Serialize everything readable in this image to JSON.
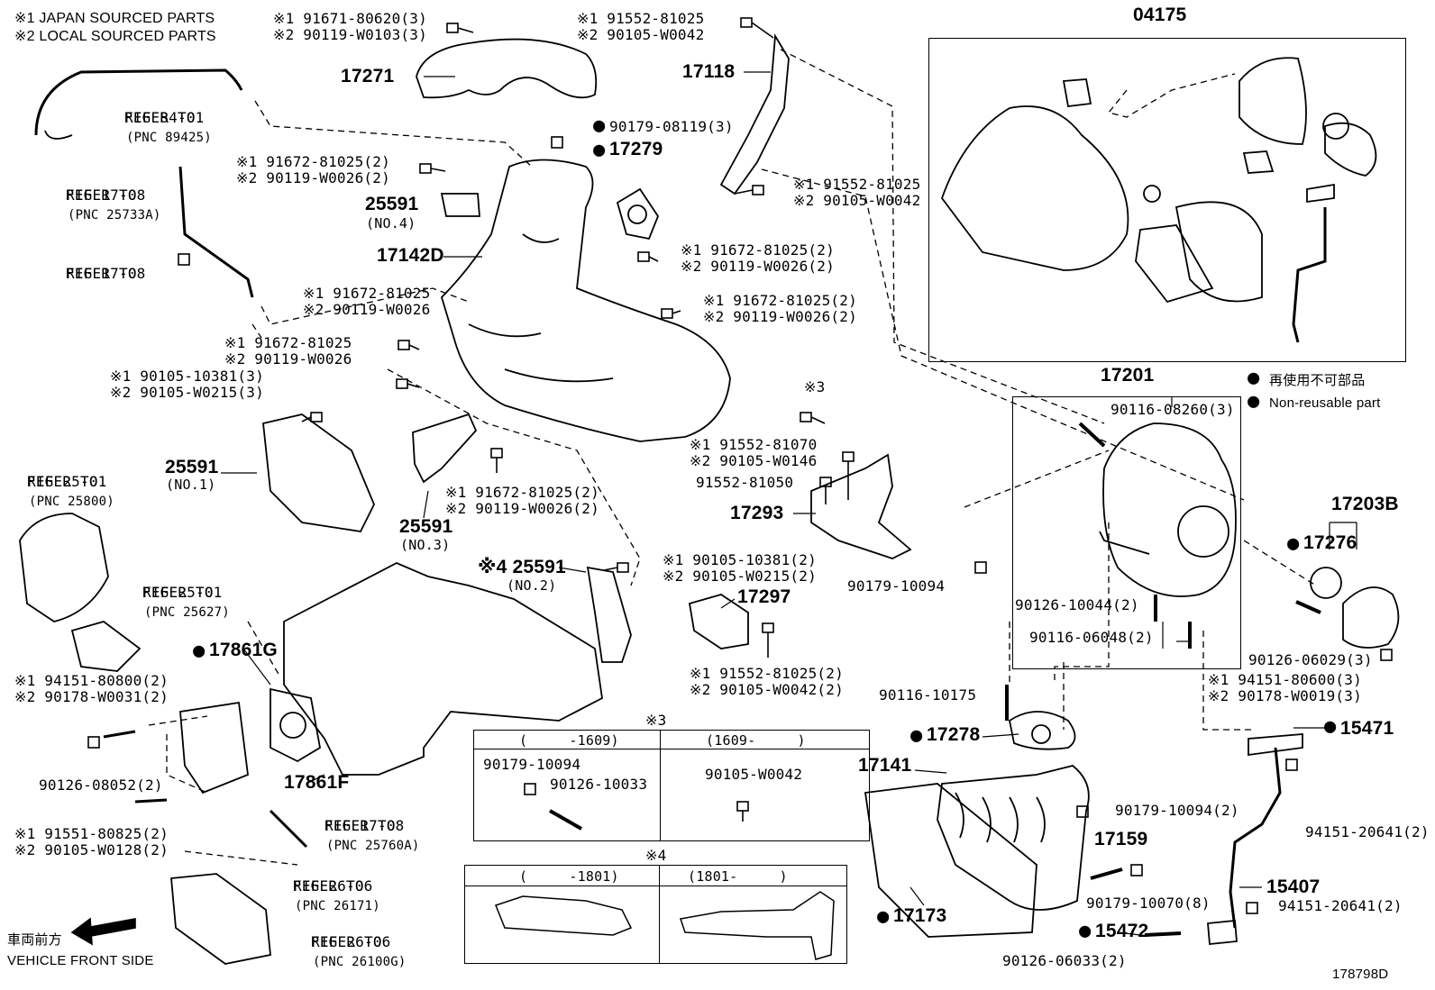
{
  "legend": {
    "japan": "※1 JAPAN SOURCED PARTS",
    "local": "※2 LOCAL SOURCED PARTS",
    "reuse_jp": "再使用不可部品",
    "reuse_en": "Non-reusable part"
  },
  "front": {
    "jp": "車両前方",
    "en": "VEHICLE FRONT SIDE"
  },
  "refs": [
    {
      "line1": "REFER TO",
      "line2": "FIG 84-01",
      "line3": "(PNC 89425)"
    },
    {
      "line1": "REFER TO",
      "line2": "FIG 17-08",
      "line3": "(PNC 25733A)"
    },
    {
      "line1": "REFER TO",
      "line2": "FIG 17-08",
      "line3": ""
    },
    {
      "line1": "REFER TO",
      "line2": "FIG 25-01",
      "line3": "(PNC 25800)"
    },
    {
      "line1": "REFER TO",
      "line2": "FIG 25-01",
      "line3": "(PNC 25627)"
    },
    {
      "line1": "REFER TO",
      "line2": "FIG 17-08",
      "line3": "(PNC 25760A)"
    },
    {
      "line1": "REFER TO",
      "line2": "FIG 26-06",
      "line3": "(PNC 26171)"
    },
    {
      "line1": "REFER TO",
      "line2": "FIG 26-06",
      "line3": "(PNC 26100G)"
    }
  ],
  "parts": {
    "p04175": "04175",
    "p17201": "17201",
    "p17271": "17271",
    "p17118": "17118",
    "p17279": "17279",
    "p25591": "25591",
    "p25591_no4": "(NO.4)",
    "p25591_no1": "(NO.1)",
    "p25591_no3": "(NO.3)",
    "p25591_no2": "(NO.2)",
    "p17142D": "17142D",
    "p17293": "17293",
    "p17297": "17297",
    "p17203B": "17203B",
    "p17276": "17276",
    "p17861G": "17861G",
    "p17861F": "17861F",
    "p17278": "17278",
    "p17141": "17141",
    "p17159": "17159",
    "p15471": "15471",
    "p15407": "15407",
    "p15472": "15472",
    "p17173": "17173",
    "mark3": "※3",
    "mark4": "※4",
    "mark4_25591": "※4 25591",
    "fig_id": "178798D"
  },
  "bolts": {
    "b1a": "※1 91671-80620(3)",
    "b1b": "※2 90119-W0103(3)",
    "b2a": "※1 91552-81025",
    "b2b": "※2 90105-W0042",
    "b3": "90179-08119(3)",
    "b4a": "※1 91672-81025(2)",
    "b4b": "※2 90119-W0026(2)",
    "b5a": "※1 91552-81025",
    "b5b": "※2 90105-W0042",
    "b6a": "※1 91672-81025(2)",
    "b6b": "※2 90119-W0026(2)",
    "b7a": "※1 91672-81025",
    "b7b": "※2 90119-W0026",
    "b8a": "※1 91672-81025(2)",
    "b8b": "※2 90119-W0026(2)",
    "b9a": "※1 91672-81025",
    "b9b": "※2 90119-W0026",
    "b10a": "※1 90105-10381(3)",
    "b10b": "※2 90105-W0215(3)",
    "b11a": "※1 91552-81070",
    "b11b": "※2 90105-W0146",
    "b12": "91552-81050",
    "b13a": "※1 91672-81025(2)",
    "b13b": "※2 90119-W0026(2)",
    "b14a": "※1 90105-10381(2)",
    "b14b": "※2 90105-W0215(2)",
    "b15a": "※1 91552-81025(2)",
    "b15b": "※2 90105-W0042(2)",
    "b16": "90116-08260(3)",
    "b17": "90179-10094",
    "b18": "90126-10044(2)",
    "b19": "90116-06048(2)",
    "b20": "90126-06029(3)",
    "b21a": "※1 94151-80600(3)",
    "b21b": "※2 90178-W0019(3)",
    "b22": "90116-10175",
    "b23a": "※1 94151-80800(2)",
    "b23b": "※2 90178-W0031(2)",
    "b24": "90126-08052(2)",
    "b25a": "※1 91551-80825(2)",
    "b25b": "※2 90105-W0128(2)",
    "b26": "90179-10094(2)",
    "b27": "94151-20641(2)",
    "b28": "90179-10070(8)",
    "b29": "94151-20641(2)",
    "b30": "90126-06033(2)"
  },
  "table3": {
    "col1": "(     -1609)",
    "col2": "(1609-     )",
    "c1a": "90179-10094",
    "c1b": "90126-10033",
    "c2a": "90105-W0042"
  },
  "table4": {
    "col1": "(     -1801)",
    "col2": "(1801-     )"
  }
}
